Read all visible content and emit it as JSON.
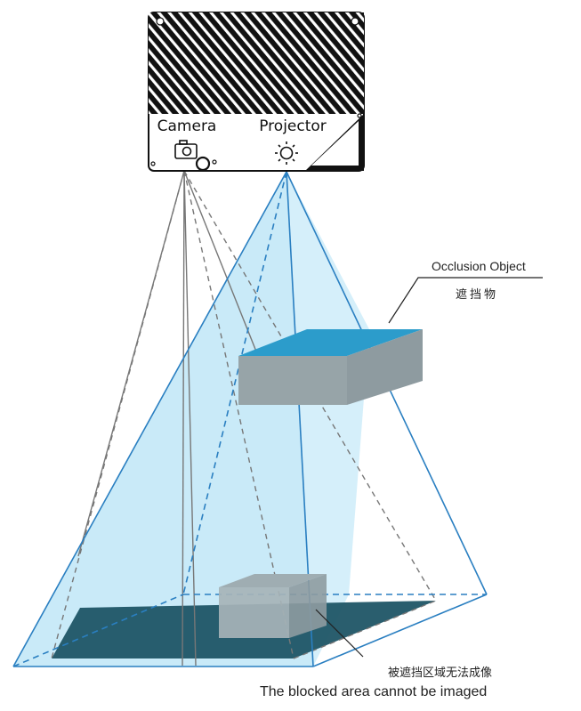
{
  "device": {
    "camera_label": "Camera",
    "projector_label": "Projector",
    "camera_icon": "camera-icon",
    "projector_icon": "sun-icon"
  },
  "annotations": {
    "occlusion_en": "Occlusion Object",
    "occlusion_cn": "遮挡物",
    "blocked_cn": "被遮挡区域无法成像",
    "blocked_en": "The blocked area cannot be imaged"
  },
  "colors": {
    "projection_fill": "#bfe6f7",
    "projection_edge": "#2a7fc1",
    "camera_ray": "#777777",
    "box_face": "#97a4a8",
    "box_top": "#2c9ccb",
    "shadow": "#1f5566",
    "device_body": "#111111"
  }
}
